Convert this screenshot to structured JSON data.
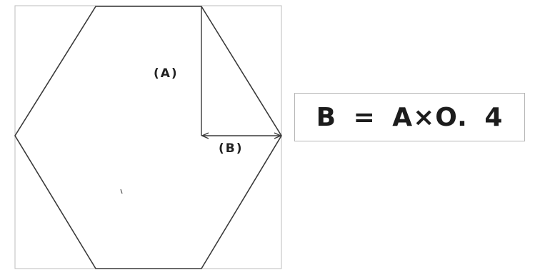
{
  "diagram": {
    "label_a": "(A)",
    "label_b": "(B)",
    "formula": "B = A×O. 4"
  },
  "colors": {
    "stroke": "#3a3a3a",
    "frame": "#bdbdbd",
    "text": "#1c1c1c"
  }
}
